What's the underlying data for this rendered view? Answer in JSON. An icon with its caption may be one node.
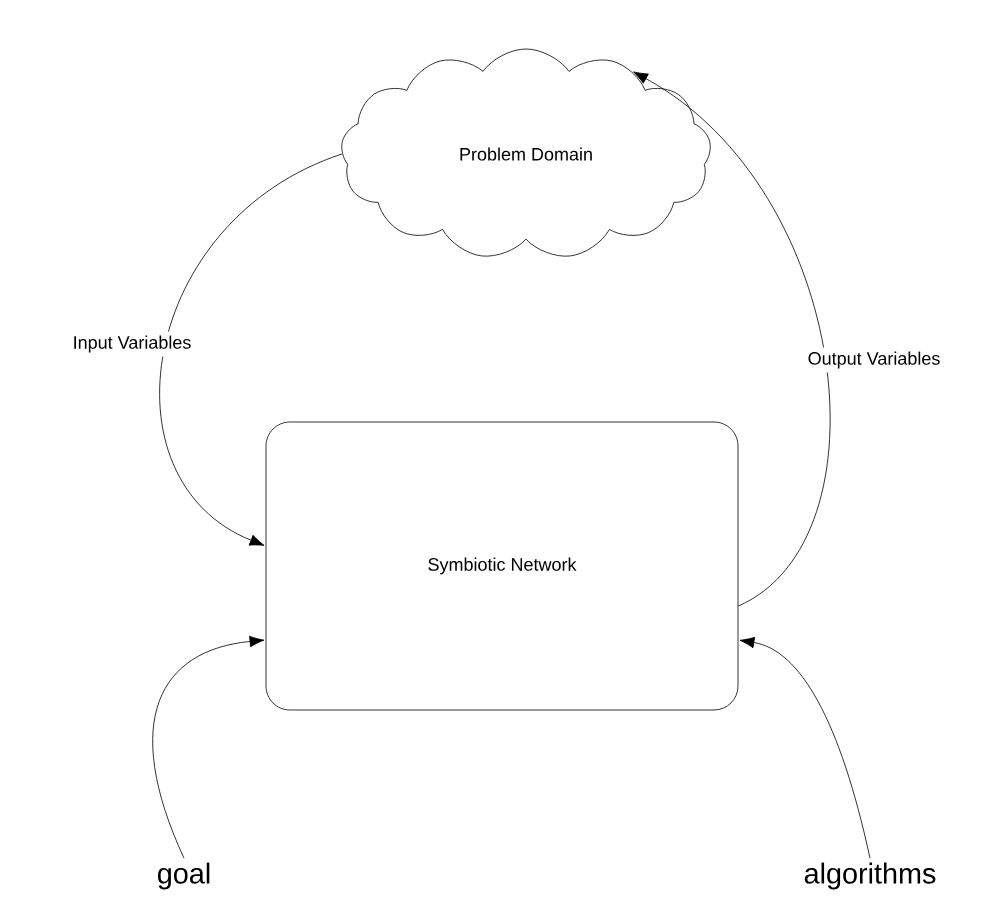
{
  "diagram": {
    "nodes": [
      {
        "text": [
          "Problem Domain"
        ]
      },
      {
        "text": [
          "Symbiotic Network"
        ]
      },
      {
        "text": [
          "goal"
        ]
      },
      {
        "text": [
          "algorithms"
        ]
      }
    ],
    "edges": [
      {
        "from": 0,
        "to": 1,
        "arrow": "to",
        "label": "Input Variables"
      },
      {
        "from": 1,
        "to": 0,
        "arrow": "to",
        "label": "Output Variables"
      },
      {
        "from": 2,
        "to": 1,
        "arrow": "to"
      },
      {
        "from": 3,
        "to": 1,
        "arrow": "to"
      }
    ]
  }
}
